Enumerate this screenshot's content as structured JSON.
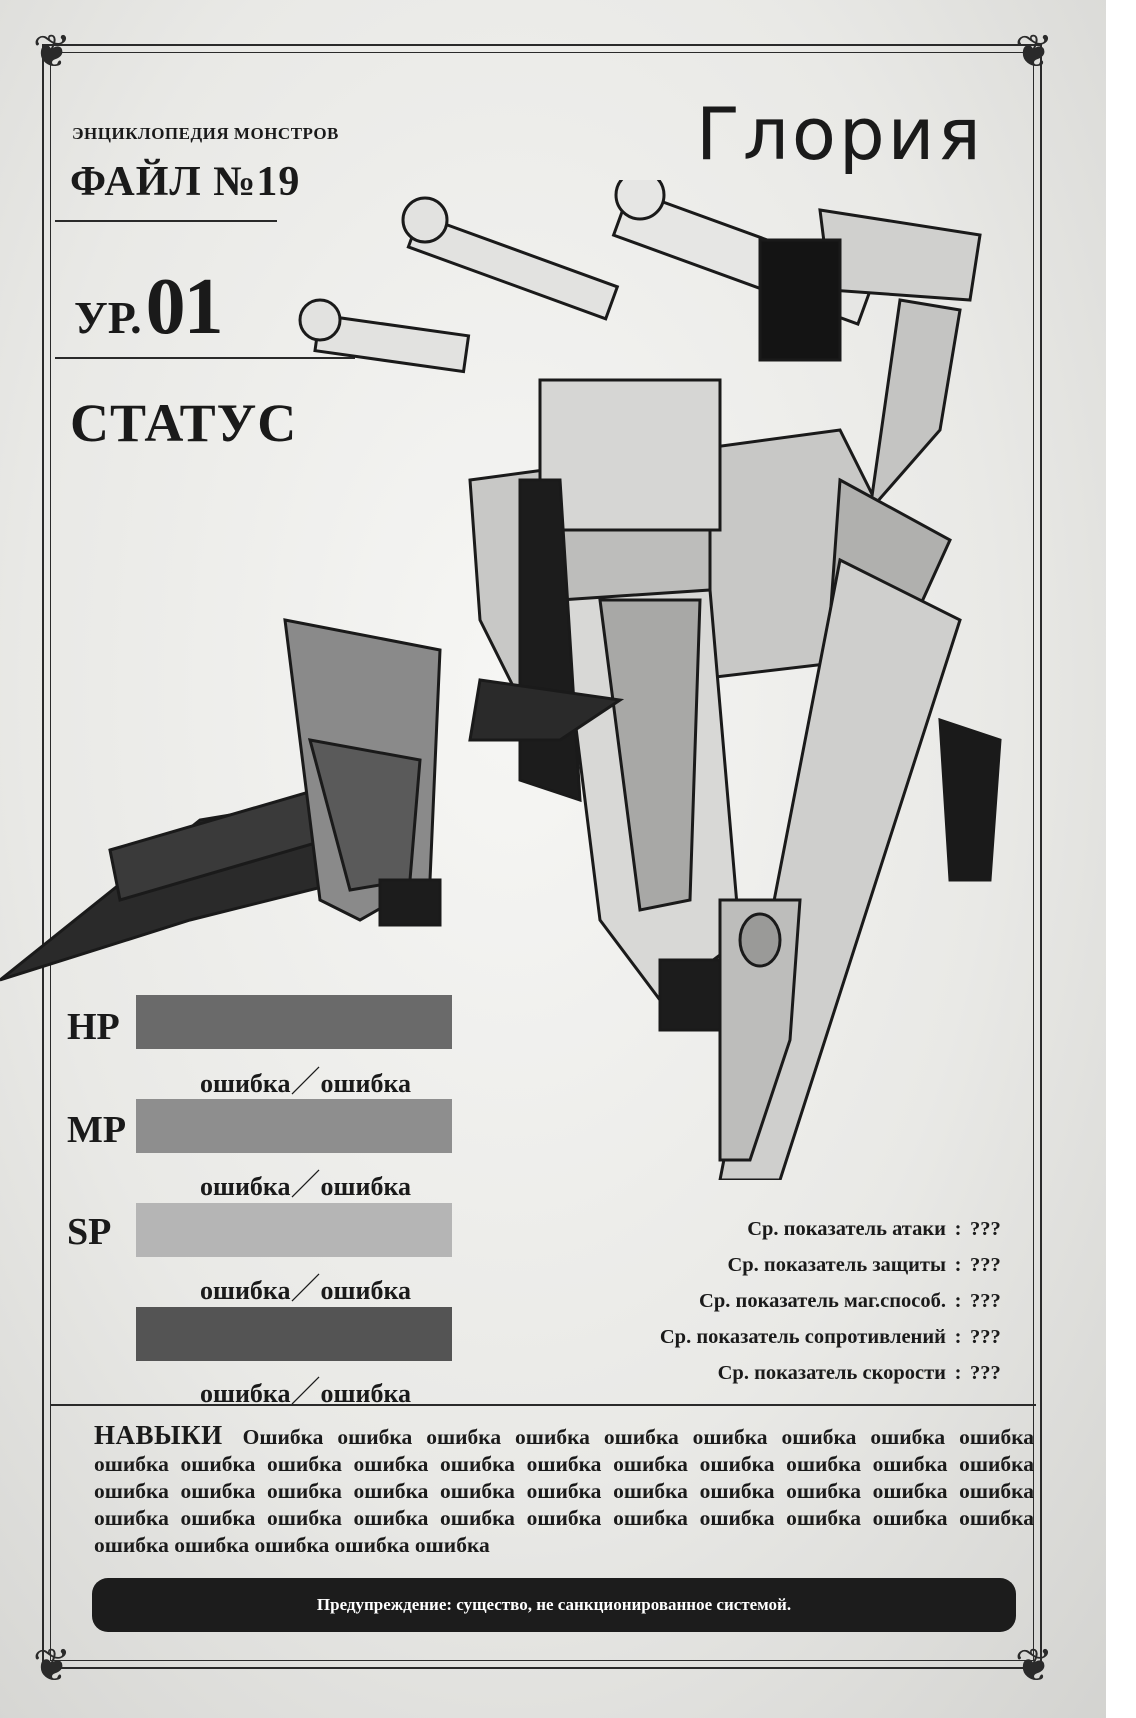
{
  "header": {
    "encyclopedia": "ЭНЦИКЛОПЕДИЯ МОНСТРОВ",
    "file_no": "ФАЙЛ №19",
    "level_label": "УР.",
    "level_value": "01",
    "status": "СТАТУС",
    "monster_name": "Глория"
  },
  "stats": [
    {
      "label": "HP",
      "current": "ошибка",
      "max": "ошибка",
      "color": "#6a6a6a"
    },
    {
      "label": "MP",
      "current": "ошибка",
      "max": "ошибка",
      "color": "#8e8e8e"
    },
    {
      "label": "SP",
      "current": "ошибка",
      "max": "ошибка",
      "color": "#b5b5b5"
    },
    {
      "label": "",
      "current": "ошибка",
      "max": "ошибка",
      "color": "#545454"
    }
  ],
  "slash": "／",
  "attributes": [
    {
      "label": "Ср. показатель атаки",
      "value": "???"
    },
    {
      "label": "Ср. показатель защиты",
      "value": "???"
    },
    {
      "label": "Ср. показатель маг.способ.",
      "value": "???"
    },
    {
      "label": "Ср. показатель сопротивлений",
      "value": "???"
    },
    {
      "label": "Ср. показатель скорости",
      "value": "???"
    }
  ],
  "attr_sep": ":",
  "skills": {
    "heading": "НАВЫКИ",
    "text": "Ошибка ошибка ошибка ошибка ошибка ошибка ошибка ошибка ошибка ошибка ошибка ошибка ошибка ошибка ошибка ошибка ошибка ошибка ошибка ошибка ошибка ошибка ошибка ошибка ошибка ошибка ошибка ошибка ошибка ошибка ошибка ошибка ошибка ошибка ошибка ошибка ошибка ошибка ошибка ошибка ошибка ошибка ошибка ошибка ошибка ошибка ошибка"
  },
  "warning": "Предупреждение: существо, не санкционированное системой.",
  "colors": {
    "ink": "#1a1a1a",
    "paper": "#ececea",
    "warning_bg": "#1c1c1c"
  }
}
